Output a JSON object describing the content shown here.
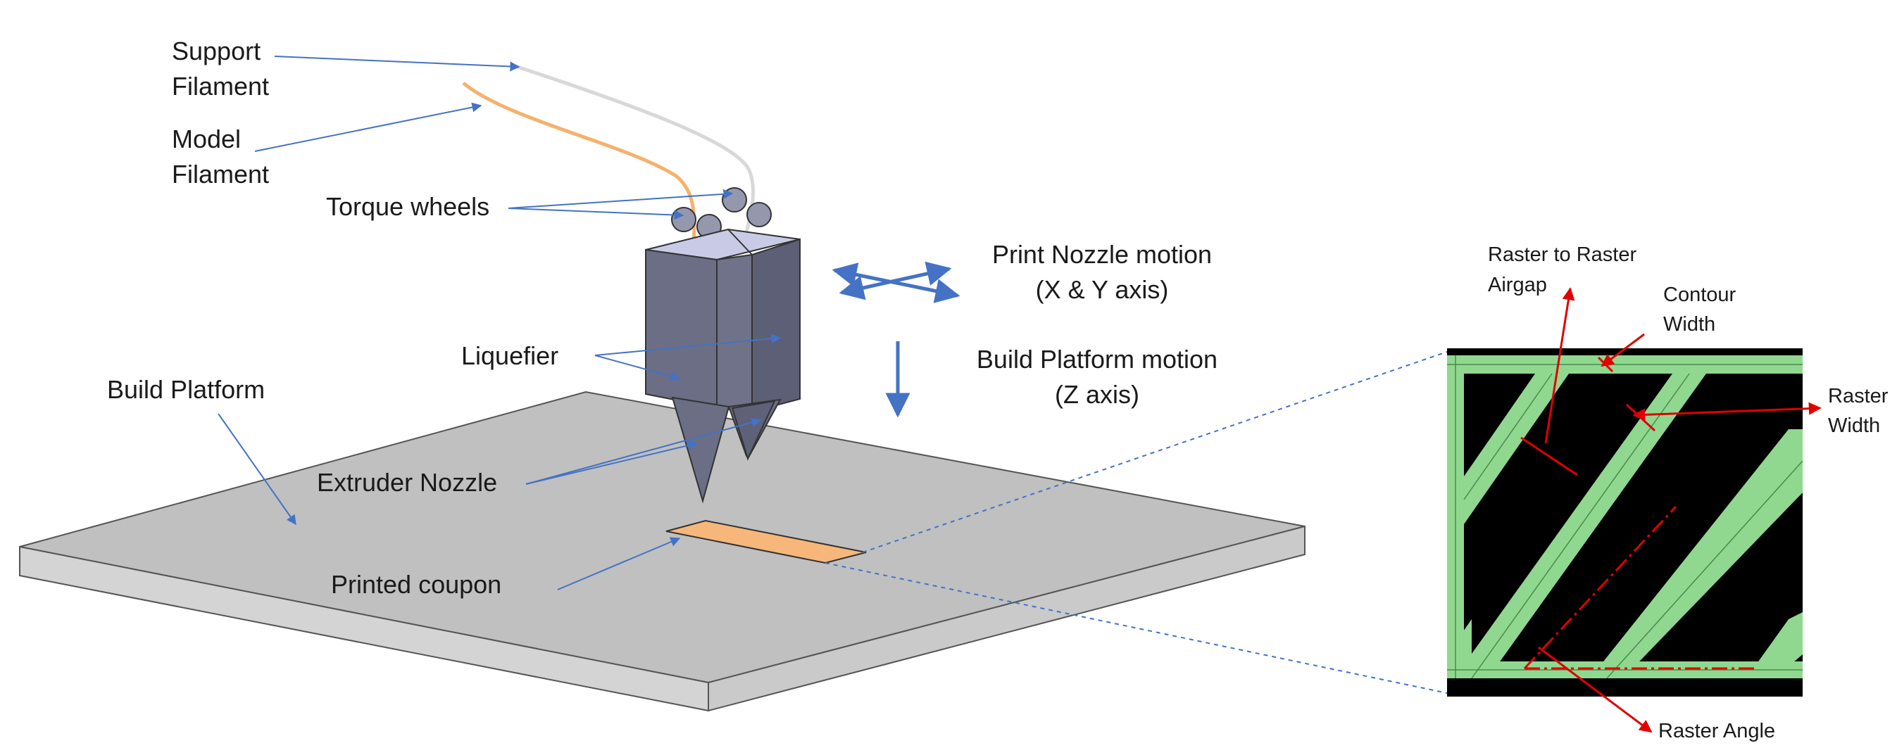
{
  "labels": {
    "support_filament_1": "Support",
    "support_filament_2": "Filament",
    "model_filament_1": "Model",
    "model_filament_2": "Filament",
    "torque_wheels": "Torque wheels",
    "liquefier": "Liquefier",
    "build_platform": "Build Platform",
    "extruder_nozzle": "Extruder Nozzle",
    "printed_coupon": "Printed coupon",
    "nozzle_motion_1": "Print Nozzle motion",
    "nozzle_motion_2": "(X & Y axis)",
    "platform_motion_1": "Build Platform motion",
    "platform_motion_2": "(Z axis)",
    "airgap_1": "Raster to Raster",
    "airgap_2": "Airgap",
    "contour_width_1": "Contour",
    "contour_width_2": "Width",
    "raster_width_1": "Raster",
    "raster_width_2": "Width",
    "raster_angle": "Raster Angle"
  },
  "colors": {
    "platform_top": "#c0c0c0",
    "platform_side": "#d0d0d0",
    "liquefier_front": "#6b6e85",
    "liquefier_top": "#c9cbe6",
    "coupon": "#f7b77a",
    "model_filament": "#f4b26c",
    "support_filament": "#d8d8d8",
    "raster_fill": "#90d890",
    "void": "#000000",
    "annotation_blue": "#4472c4",
    "annotation_red": "#e00000"
  }
}
